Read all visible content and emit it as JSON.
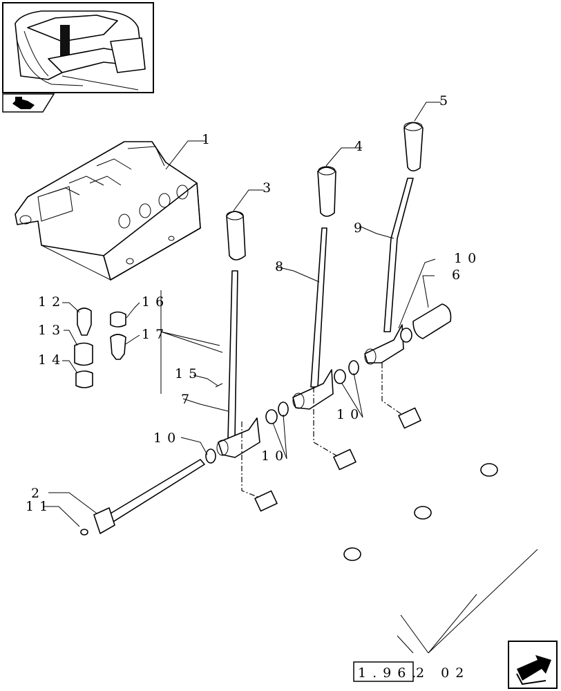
{
  "figure": {
    "callouts": [
      {
        "id": "c1",
        "label": "1"
      },
      {
        "id": "c2",
        "label": "2"
      },
      {
        "id": "c3",
        "label": "3"
      },
      {
        "id": "c4",
        "label": "4"
      },
      {
        "id": "c5",
        "label": "5"
      },
      {
        "id": "c6",
        "label": "6"
      },
      {
        "id": "c7",
        "label": "7"
      },
      {
        "id": "c8",
        "label": "8"
      },
      {
        "id": "c9",
        "label": "9"
      },
      {
        "id": "c10a",
        "label": "10"
      },
      {
        "id": "c10b",
        "label": "10"
      },
      {
        "id": "c10c",
        "label": "10"
      },
      {
        "id": "c10d",
        "label": "10"
      },
      {
        "id": "c11",
        "label": "11"
      },
      {
        "id": "c12",
        "label": "12"
      },
      {
        "id": "c13",
        "label": "13"
      },
      {
        "id": "c14",
        "label": "14"
      },
      {
        "id": "c15",
        "label": "15"
      },
      {
        "id": "c16",
        "label": "16"
      },
      {
        "id": "c17",
        "label": "17"
      }
    ],
    "reference_box": {
      "prefix": "1.96.",
      "suffix": "2 02"
    }
  },
  "icons": {
    "thumbnail": "tractor-cab-thumbnail-icon",
    "nav_back": "hand-pointer-icon",
    "nav_next": "next-page-arrow-icon"
  }
}
